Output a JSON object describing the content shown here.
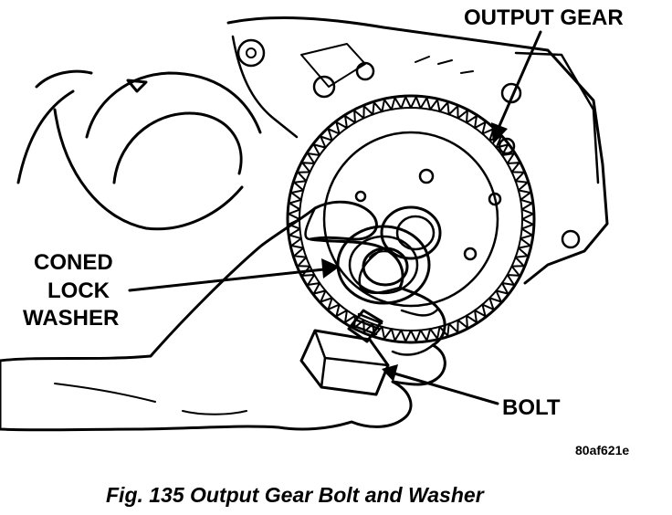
{
  "figure": {
    "labels": {
      "output_gear": "OUTPUT GEAR",
      "coned_lock_washer_line1": "CONED",
      "coned_lock_washer_line2": "LOCK",
      "coned_lock_washer_line3": "WASHER",
      "bolt": "BOLT"
    },
    "image_code": "80af621e",
    "caption": "Fig. 135 Output Gear Bolt and Washer"
  }
}
